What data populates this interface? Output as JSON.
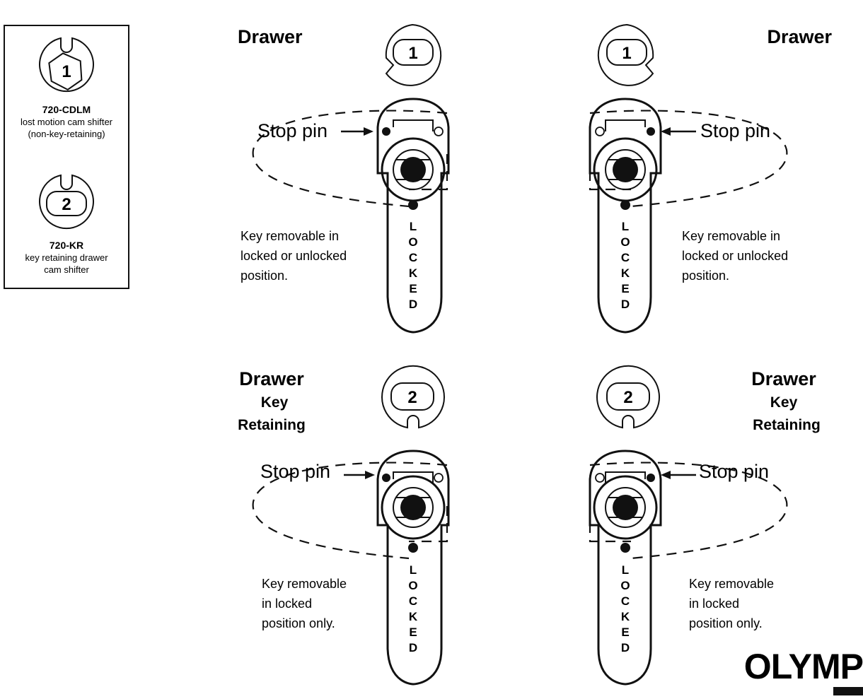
{
  "legend": {
    "items": [
      {
        "number": "1",
        "code": "720-CDLM",
        "desc_line1": "lost motion cam shifter",
        "desc_line2": "(non-key-retaining)"
      },
      {
        "number": "2",
        "code": "720-KR",
        "desc_line1": "key retaining drawer",
        "desc_line2": "cam shifter"
      }
    ]
  },
  "diagrams": [
    {
      "heading": "Drawer",
      "subheading_1": "",
      "subheading_2": "",
      "cam_number": "1",
      "stop_pin_label": "Stop pin",
      "locked_letters": [
        "L",
        "O",
        "C",
        "K",
        "E",
        "D"
      ],
      "note_lines": [
        "Key removable in",
        "locked or unlocked",
        "position."
      ]
    },
    {
      "heading": "Drawer",
      "subheading_1": "",
      "subheading_2": "",
      "cam_number": "1",
      "stop_pin_label": "Stop pin",
      "locked_letters": [
        "L",
        "O",
        "C",
        "K",
        "E",
        "D"
      ],
      "note_lines": [
        "Key removable in",
        "locked or unlocked",
        "position."
      ]
    },
    {
      "heading": "Drawer",
      "subheading_1": "Key",
      "subheading_2": "Retaining",
      "cam_number": "2",
      "stop_pin_label": "Stop pin",
      "locked_letters": [
        "L",
        "O",
        "C",
        "K",
        "E",
        "D"
      ],
      "note_lines": [
        "Key removable",
        "in locked",
        "position only."
      ]
    },
    {
      "heading": "Drawer",
      "subheading_1": "Key",
      "subheading_2": "Retaining",
      "cam_number": "2",
      "stop_pin_label": "Stop pin",
      "locked_letters": [
        "L",
        "O",
        "C",
        "K",
        "E",
        "D"
      ],
      "note_lines": [
        "Key removable",
        "in locked",
        "position only."
      ]
    }
  ],
  "brand": {
    "logo_text": "OLYMP",
    "logo_icon": "olympus-logo-partial"
  }
}
